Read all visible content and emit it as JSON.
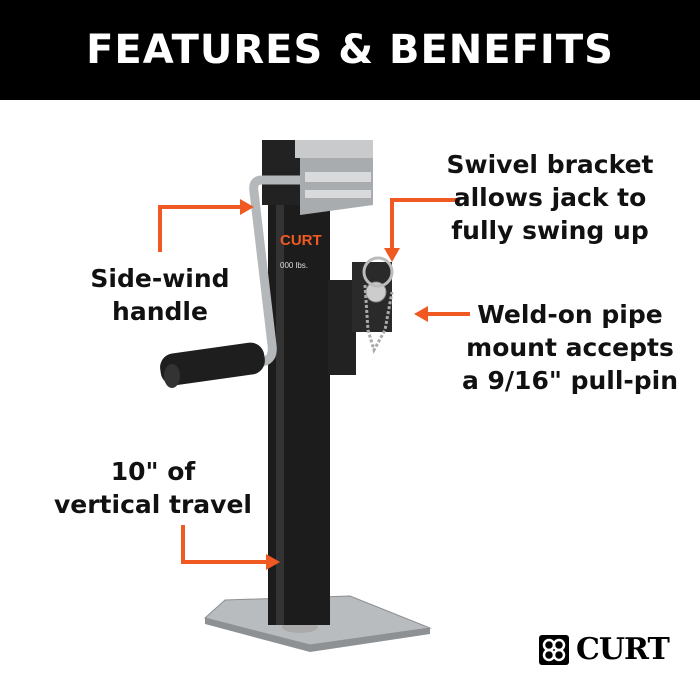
{
  "header": {
    "title": "FEATURES & BENEFITS"
  },
  "callouts": {
    "swivel": [
      "Swivel bracket",
      "allows jack to",
      "fully swing up"
    ],
    "handle": [
      "Side-wind",
      "handle"
    ],
    "mount": [
      "Weld-on pipe",
      "mount accepts",
      "a 9/16\" pull-pin"
    ],
    "travel": [
      "10\" of",
      "vertical travel"
    ]
  },
  "product_label": {
    "brand": "CURT",
    "capacity": "000 lbs."
  },
  "logo": {
    "text": "CURT"
  },
  "colors": {
    "accent": "#f05a22",
    "header_bg": "#000000",
    "jack": "#1a1a1a"
  }
}
